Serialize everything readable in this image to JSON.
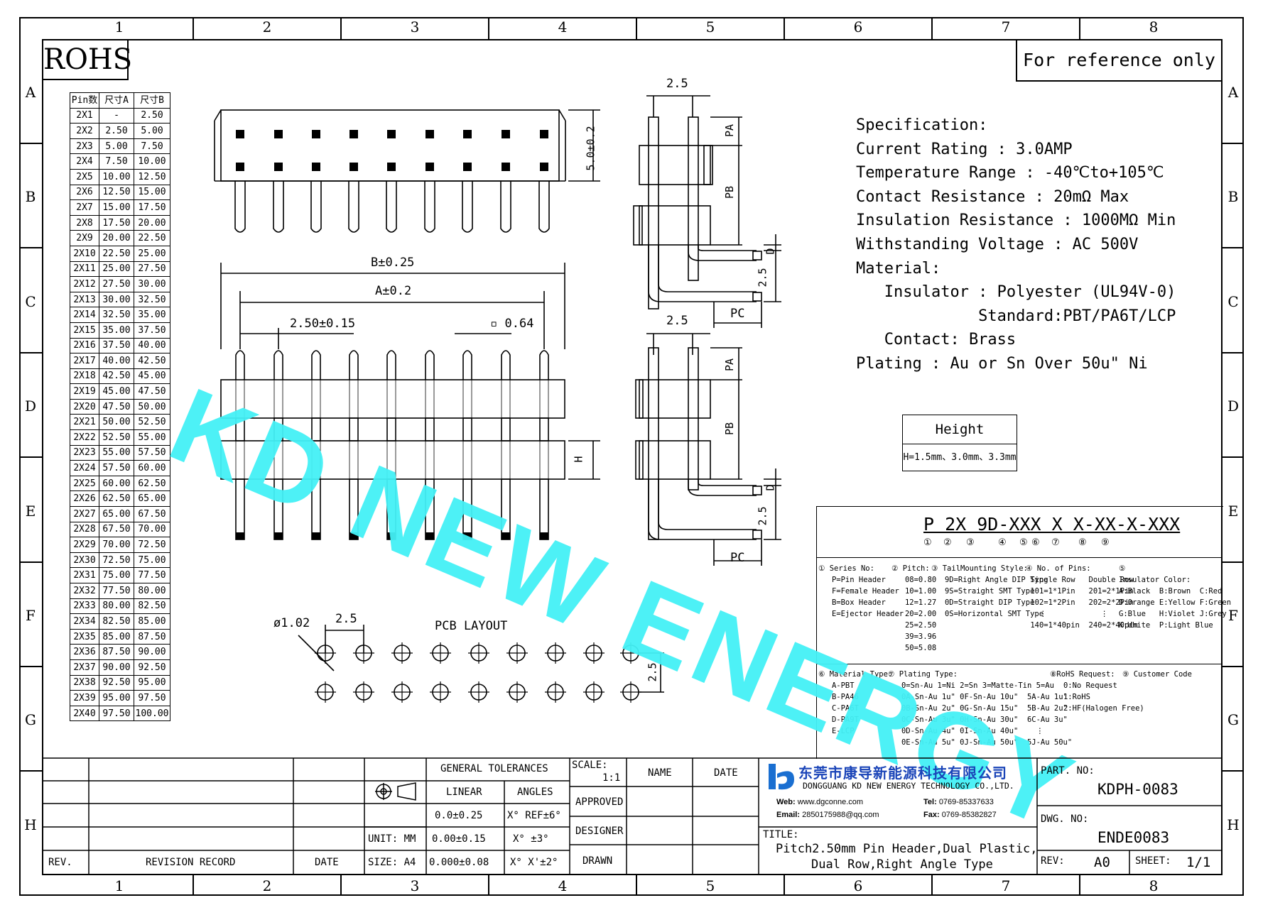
{
  "frame": {
    "columns": [
      "1",
      "2",
      "3",
      "4",
      "5",
      "6",
      "7",
      "8"
    ],
    "rows": [
      "A",
      "B",
      "C",
      "D",
      "E",
      "F",
      "G",
      "H"
    ]
  },
  "header": {
    "rohs_label": "ROHS",
    "reference_label": "For reference only"
  },
  "watermark": "KD NEW ENERGY",
  "pin_table": {
    "headers": [
      "Pin数",
      "尺寸A",
      "尺寸B"
    ],
    "rows": [
      [
        "2X1",
        "-",
        "2.50"
      ],
      [
        "2X2",
        "2.50",
        "5.00"
      ],
      [
        "2X3",
        "5.00",
        "7.50"
      ],
      [
        "2X4",
        "7.50",
        "10.00"
      ],
      [
        "2X5",
        "10.00",
        "12.50"
      ],
      [
        "2X6",
        "12.50",
        "15.00"
      ],
      [
        "2X7",
        "15.00",
        "17.50"
      ],
      [
        "2X8",
        "17.50",
        "20.00"
      ],
      [
        "2X9",
        "20.00",
        "22.50"
      ],
      [
        "2X10",
        "22.50",
        "25.00"
      ],
      [
        "2X11",
        "25.00",
        "27.50"
      ],
      [
        "2X12",
        "27.50",
        "30.00"
      ],
      [
        "2X13",
        "30.00",
        "32.50"
      ],
      [
        "2X14",
        "32.50",
        "35.00"
      ],
      [
        "2X15",
        "35.00",
        "37.50"
      ],
      [
        "2X16",
        "37.50",
        "40.00"
      ],
      [
        "2X17",
        "40.00",
        "42.50"
      ],
      [
        "2X18",
        "42.50",
        "45.00"
      ],
      [
        "2X19",
        "45.00",
        "47.50"
      ],
      [
        "2X20",
        "47.50",
        "50.00"
      ],
      [
        "2X21",
        "50.00",
        "52.50"
      ],
      [
        "2X22",
        "52.50",
        "55.00"
      ],
      [
        "2X23",
        "55.00",
        "57.50"
      ],
      [
        "2X24",
        "57.50",
        "60.00"
      ],
      [
        "2X25",
        "60.00",
        "62.50"
      ],
      [
        "2X26",
        "62.50",
        "65.00"
      ],
      [
        "2X27",
        "65.00",
        "67.50"
      ],
      [
        "2X28",
        "67.50",
        "70.00"
      ],
      [
        "2X29",
        "70.00",
        "72.50"
      ],
      [
        "2X30",
        "72.50",
        "75.00"
      ],
      [
        "2X31",
        "75.00",
        "77.50"
      ],
      [
        "2X32",
        "77.50",
        "80.00"
      ],
      [
        "2X33",
        "80.00",
        "82.50"
      ],
      [
        "2X34",
        "82.50",
        "85.00"
      ],
      [
        "2X35",
        "85.00",
        "87.50"
      ],
      [
        "2X36",
        "87.50",
        "90.00"
      ],
      [
        "2X37",
        "90.00",
        "92.50"
      ],
      [
        "2X38",
        "92.50",
        "95.00"
      ],
      [
        "2X39",
        "95.00",
        "97.50"
      ],
      [
        "2X40",
        "97.50",
        "100.00"
      ]
    ]
  },
  "dimensions": {
    "height_dim": "5.0±0.2",
    "b_dim": "B±0.25",
    "a_dim": "A±0.2",
    "pitch_dim": "2.50±0.15",
    "pin_dim": "0.64",
    "side_pitch_top": "2.5",
    "side_pitch_bottom": "2.5",
    "pa": "PA",
    "pb": "PB",
    "pc": "PC",
    "d": "D",
    "d_spacing": "2.5",
    "h": "H",
    "hole_dia": "ø1.02",
    "pcb_pitch": "2.5",
    "pcb_row_pitch": "2.5",
    "pcb_title": "PCB LAYOUT"
  },
  "specification": {
    "lines": [
      "Specification:",
      "Current Rating : 3.0AMP",
      "Temperature Range : -40℃to+105℃",
      "Contact Resistance : 20mΩ Max",
      "Insulation Resistance : 1000MΩ Min",
      "Withstanding Voltage : AC 500V",
      "Material:",
      "   Insulator : Polyester (UL94V-0)",
      "             Standard:PBT/PA6T/LCP",
      "   Contact: Brass",
      "Plating : Au or Sn Over 50u\" Ni"
    ]
  },
  "height_box": {
    "title": "Height",
    "value": "H=1.5mm、3.0mm、3.3mm"
  },
  "part_code": {
    "code": "P 2X 9D-XXX X X-XX-X-XXX",
    "markers": [
      "①",
      "②",
      "③",
      "④",
      "⑤",
      "⑥",
      "⑦",
      "⑧",
      "⑨"
    ],
    "series": "① Series No:\n   P=Pin Header\n   F=Female Header\n   B=Box Header\n   E=Ejector Header",
    "pitch": "② Pitch:\n   08=0.80\n   10=1.00\n   12=1.27\n   20=2.00\n   25=2.50\n   39=3.96\n   50=5.08",
    "tail": "③ TailMounting Style:\n   9D=Right Angle DIP Type\n   9S=Straight SMT Type\n   0D=Straight DIP Type\n   0S=Horizontal SMT Type",
    "pins": "④ No. of Pins:\n Single Row   Double Row\n 101=1*1Pin   201=2*1Pin\n 102=1*2Pin   202=2*2Pin\n   ⋮            ⋮\n 140=1*40pin  240=2*40pin",
    "color": "⑤\nInsulator Color:\nA:Black  B:Brown  C:Red\nD:Orange E:Yellow F:Green\nG:Blue   H:Violet J:Grey\nK:White  P:Light Blue",
    "material": "⑥ Material Type:\n   A-PBT\n   B-PA46\n   C-PA6T\n   D-PA9T\n   E-LCP",
    "plating": "⑦ Plating Type:\n   0=Sn-Au 1=Ni 2=Sn 3=Matte-Tin 5=Au\n   0A-Sn-Au 1u\" 0F-Sn-Au 10u\"  5A-Au 1u\"\n   0B-Sn-Au 2u\" 0G-Sn-Au 15u\"  5B-Au 2u\"\n   0C-Sn-Au 3u\" 0H-Sn-Au 30u\"  6C-Au 3u\"\n   0D-Sn-Au 4u\" 0I-Sn-Au 40u\"    ⋮\n   0E-Sn-Au 5u\" 0J-Sn-Au 50u\"  5J-Au 50u\"",
    "rohs": "⑧RoHS Request:\n   0:No Request\n   1:RoHS\n   2:HF(Halogen Free)",
    "customer": "⑨ Customer Code"
  },
  "title_block": {
    "rev_label": "REV.",
    "revision_record": "REVISION RECORD",
    "date_label": "DATE",
    "general_tolerances": "GENERAL TOLERANCES",
    "linear": "LINEAR",
    "angles": "ANGLES",
    "tol1": "0.0±0.25",
    "tol2": "0.00±0.15",
    "tol3": "0.000±0.08",
    "ang1": "X° REF±6°",
    "ang2": "X° ±3°",
    "ang3": "X° X'±2°",
    "unit": "UNIT: MM",
    "size": "SIZE: A4",
    "scale_label": "SCALE:",
    "scale_value": "1:1",
    "approved": "APPROVED",
    "designer": "DESIGNER",
    "drawn": "DRAWN",
    "name": "NAME",
    "date": "DATE",
    "company_cn": "东莞市康导新能源科技有限公司",
    "company_en": "DONGGUANG KD NEW ENERGY TECHNOLOGY CO.,LTD.",
    "web_label": "Web:",
    "web": "www.dgconne.com",
    "tel_label": "Tel:",
    "tel": "0769-85337633",
    "email_label": "Email:",
    "email": "2850175988@qq.com",
    "fax_label": "Fax:",
    "fax": "0769-85382827",
    "title_label": "TITLE:",
    "title_line1": "Pitch2.50mm Pin Header,Dual Plastic,",
    "title_line2": "Dual Row,Right Angle Type",
    "part_no_label": "PART. NO:",
    "part_no": "KDPH-0083",
    "dwg_no_label": "DWG. NO:",
    "dwg_no": "ENDE0083",
    "rev_value_label": "REV:",
    "rev_value": "A0",
    "sheet_label": "SHEET:",
    "sheet_value": "1/1"
  },
  "colors": {
    "watermark": "#44f1f6",
    "logo": "#1a6fd1",
    "company": "#1a44b8"
  }
}
